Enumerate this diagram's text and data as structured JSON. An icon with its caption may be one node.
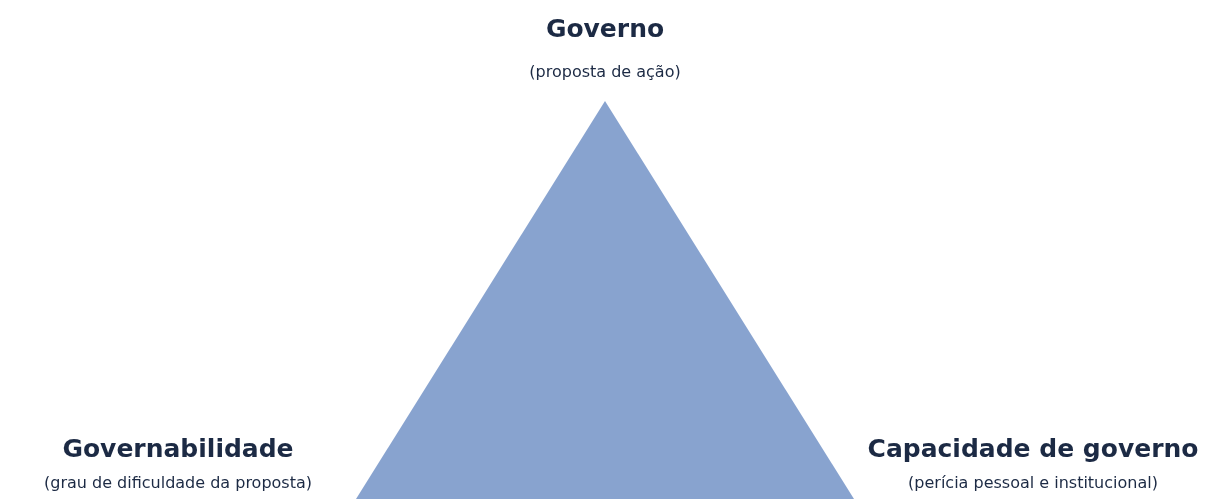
{
  "diagram": {
    "labels": [
      "Governo",
      "(proposta de ação)",
      "Governabilidade",
      "(grau de dificuldade da proposta)",
      "Capacidade de governo",
      "(perícia pessoal e institucional)"
    ]
  }
}
